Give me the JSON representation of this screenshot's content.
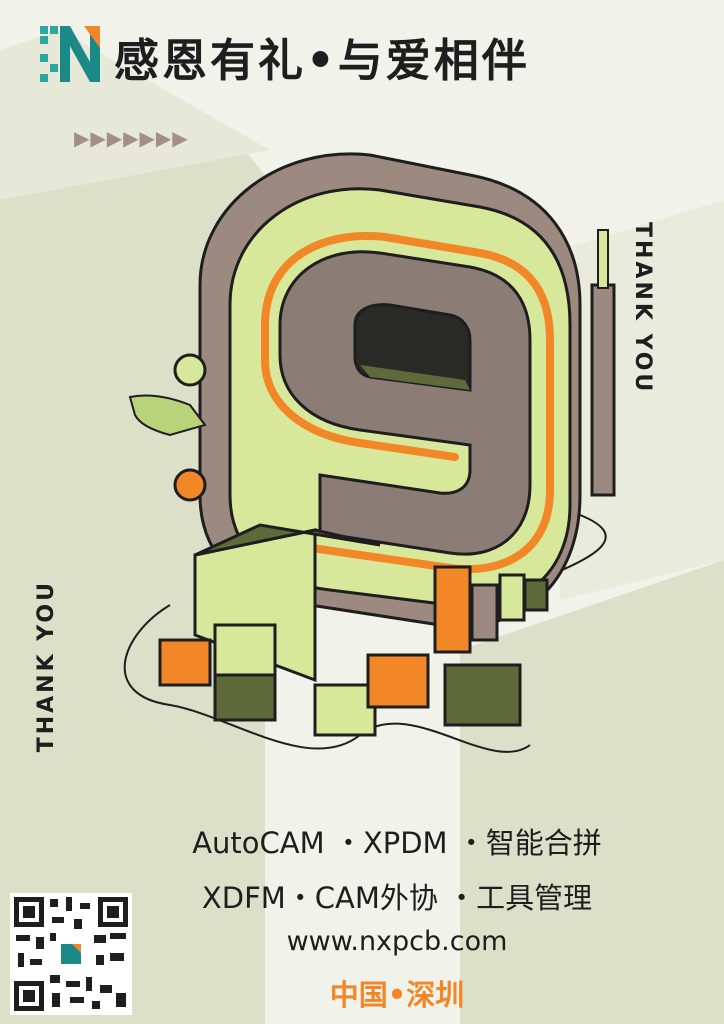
{
  "header": {
    "title": "感恩有礼•与爱相伴"
  },
  "decor": {
    "arrows": "▶▶▶▶▶▶▶",
    "accent": "#f28728",
    "lime": "#d8e89a",
    "olive": "#5e6a3a",
    "taupe": "#9c8a80"
  },
  "side_text": {
    "right": "THANK YOU",
    "left": "THANK YOU"
  },
  "footer": {
    "line1": "AutoCAM ・XPDM ・智能合拼",
    "line2": "XDFM・CAM外协 ・工具管理",
    "url": "www.nxpcb.com",
    "location": "中国•深圳"
  }
}
